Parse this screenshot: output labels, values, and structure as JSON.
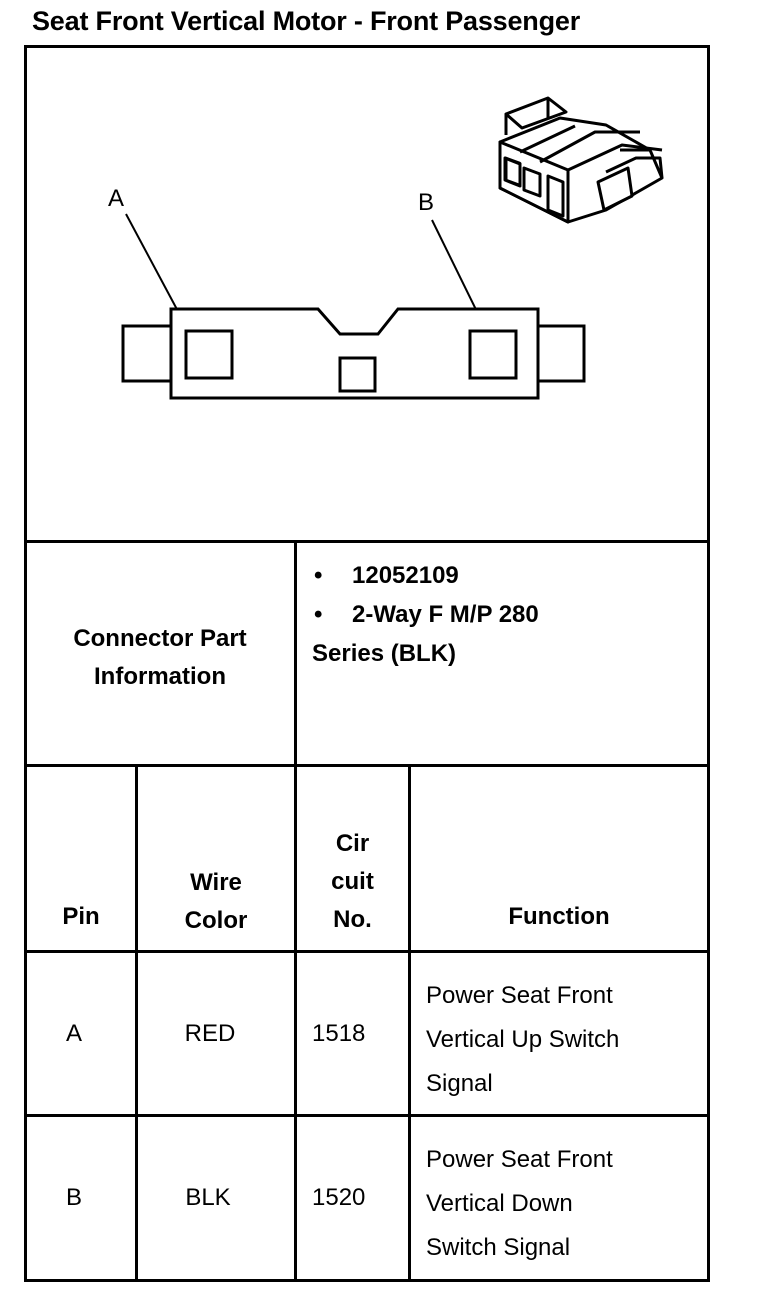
{
  "title": "Seat Front Vertical Motor - Front Passenger",
  "diagram": {
    "label_a": "A",
    "label_b": "B"
  },
  "connector_info": {
    "label_line1": "Connector Part",
    "label_line2": "Information",
    "bullets": [
      "12052109",
      "2-Way F M/P 280"
    ],
    "continuation": "Series (BLK)"
  },
  "table": {
    "headers": {
      "pin": "Pin",
      "wire_color": [
        "Wire",
        "Color"
      ],
      "circuit": [
        "Cir",
        "cuit",
        "No."
      ],
      "function": "Function"
    },
    "rows": [
      {
        "pin": "A",
        "wire_color": "RED",
        "circuit": "1518",
        "function": [
          "Power Seat Front",
          "Vertical Up Switch",
          "Signal"
        ]
      },
      {
        "pin": "B",
        "wire_color": "BLK",
        "circuit": "1520",
        "function": [
          "Power Seat Front",
          "Vertical Down",
          "Switch Signal"
        ]
      }
    ]
  }
}
